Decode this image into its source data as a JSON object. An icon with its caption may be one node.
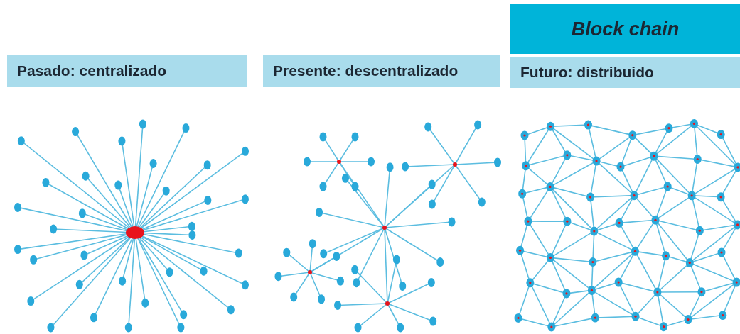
{
  "diagram": {
    "nodes": [
      {
        "text": [
          "Pasado: centralizado"
        ]
      },
      {
        "text": [
          "Presente: descentralizado"
        ]
      },
      {
        "text": [
          "Block chain"
        ]
      },
      {
        "text": [
          "Futuro: distribuido"
        ]
      }
    ]
  }
}
